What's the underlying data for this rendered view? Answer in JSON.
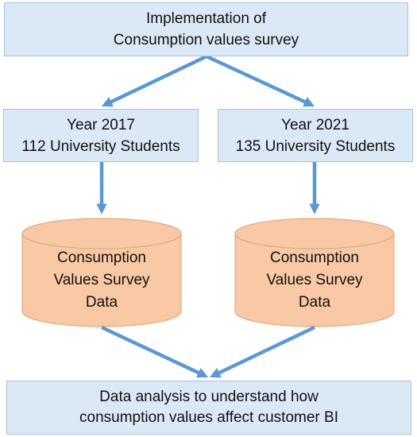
{
  "colors": {
    "box_fill": "#dbe8f5",
    "box_border": "#a7c3df",
    "cylinder_fill": "#f8c9a4",
    "cylinder_border": "#e0a880",
    "arrow": "#5b97d3"
  },
  "top_box": {
    "line1": "Implementation of",
    "line2": "Consumption values survey"
  },
  "left_box": {
    "line1": "Year 2017",
    "line2": "112 University Students"
  },
  "right_box": {
    "line1": "Year 2021",
    "line2": "135 University Students"
  },
  "left_cylinder": {
    "line1": "Consumption",
    "line2": "Values Survey",
    "line3": "Data"
  },
  "right_cylinder": {
    "line1": "Consumption",
    "line2": "Values Survey",
    "line3": "Data"
  },
  "bottom_box": {
    "line1": "Data analysis to understand how",
    "line2": "consumption values affect customer BI"
  }
}
